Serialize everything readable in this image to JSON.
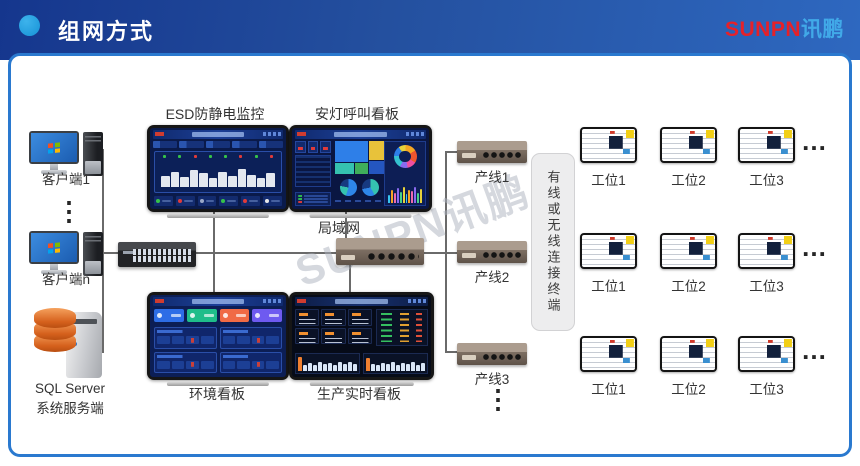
{
  "header": {
    "title": "组网方式",
    "logo_red": "SUNPN",
    "logo_blue": "讯鹏"
  },
  "watermark": "SUNPN讯鹏",
  "diagram": {
    "clients": {
      "client1": "客户端1",
      "clientn": "客户端n",
      "more": "⋮"
    },
    "server": {
      "name": "SQL Server",
      "role": "系统服务端"
    },
    "network": {
      "lan_label": "局域网"
    },
    "boards": {
      "esd": "ESD防静电监控",
      "andon": "安灯呼叫看板",
      "env": "环境看板",
      "prod": "生产实时看板"
    },
    "production_lines": {
      "l1": "产线1",
      "l2": "产线2",
      "l3": "产线3",
      "more": "⋮"
    },
    "terminal_note": "有线或无线连接终端",
    "workstations": {
      "labels": [
        "工位1",
        "工位2",
        "工位3"
      ],
      "more": "…"
    }
  },
  "colors": {
    "header_blue": "#1c3f98",
    "accent_circle": "#1a9bdf",
    "panel_border": "#2a79cf",
    "logo_red": "#e62129",
    "logo_blue": "#41a9e8",
    "line_gray": "#6a6a6a",
    "screen_navy": "#0a1a4a",
    "status_green": "#35c24a",
    "status_red": "#e03a3a"
  },
  "screen_art": {
    "esd_machines": [
      46,
      62,
      40,
      70,
      55,
      38,
      60,
      44,
      72,
      50,
      36,
      58
    ],
    "esd_machine_colors": [
      "#e4e8ef"
    ],
    "andon_bars": [
      45,
      70,
      55,
      85,
      60,
      90,
      50,
      75,
      65,
      88,
      58,
      78
    ],
    "andon_bar_colors": [
      "#38c6f0",
      "#f5a623",
      "#ef6aae",
      "#8a6af0",
      "#46d08a",
      "#e8d23a"
    ],
    "prod_bars_left": [
      95,
      42,
      55,
      38,
      60,
      48,
      52,
      40,
      58,
      45,
      62,
      50
    ],
    "prod_bars_right": [
      90,
      50,
      40,
      56,
      44,
      60,
      38,
      54,
      48,
      58,
      42,
      52
    ],
    "prod_bar_colors": [
      "#f08030",
      "#d9e6f7",
      "#d9e6f7",
      "#d9e6f7",
      "#d9e6f7",
      "#d9e6f7",
      "#d9e6f7",
      "#d9e6f7",
      "#d9e6f7",
      "#d9e6f7",
      "#d9e6f7",
      "#d9e6f7"
    ]
  }
}
